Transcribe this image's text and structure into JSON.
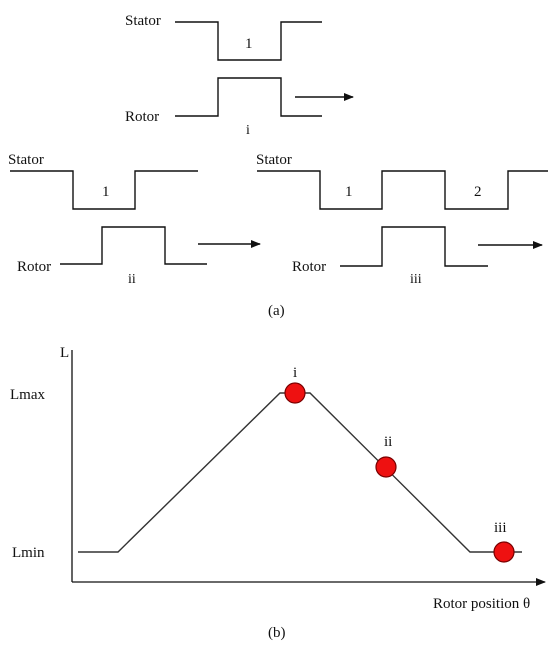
{
  "panel_a": {
    "caption": "(a)",
    "stator_label": "Stator",
    "rotor_label": "Rotor",
    "config_i": {
      "roman": "i",
      "slot_number": "1"
    },
    "config_ii": {
      "roman": "ii",
      "slot_number": "1"
    },
    "config_iii": {
      "roman": "iii",
      "slot_numbers": [
        "1",
        "2"
      ]
    }
  },
  "panel_b": {
    "caption": "(b)",
    "y_axis_label": "L",
    "x_axis_label": "Rotor position θ",
    "lmax_label": "Lmax",
    "lmin_label": "Lmin",
    "markers": [
      "i",
      "ii",
      "iii"
    ],
    "marker_color": "#ee1111"
  }
}
